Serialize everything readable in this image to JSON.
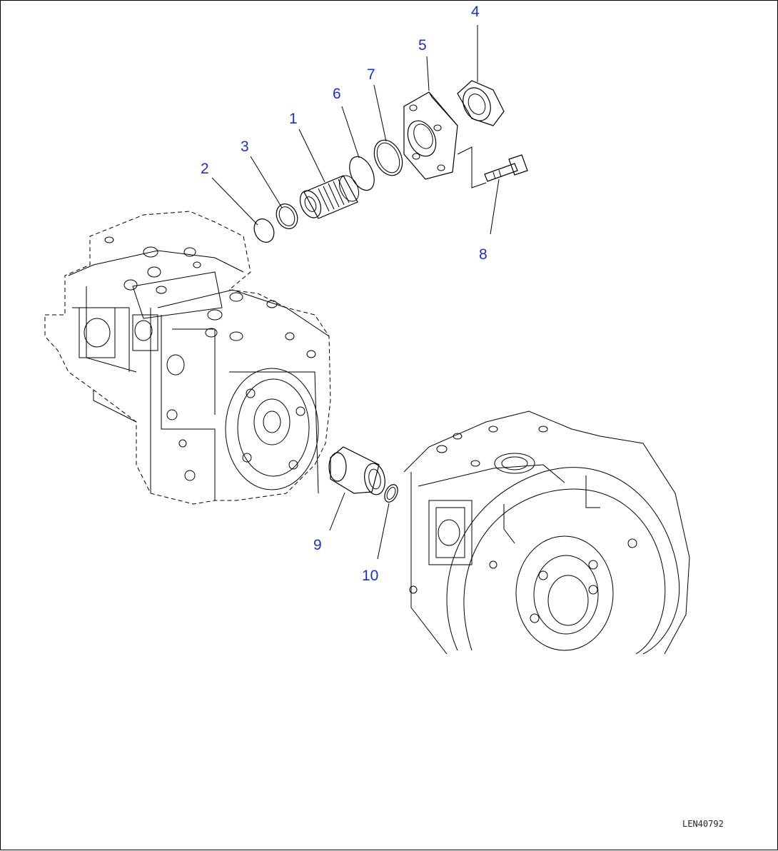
{
  "diagram": {
    "callouts": [
      {
        "id": "c1",
        "label": "1"
      },
      {
        "id": "c2",
        "label": "2"
      },
      {
        "id": "c3",
        "label": "3"
      },
      {
        "id": "c4",
        "label": "4"
      },
      {
        "id": "c5",
        "label": "5"
      },
      {
        "id": "c6",
        "label": "6"
      },
      {
        "id": "c7",
        "label": "7"
      },
      {
        "id": "c8",
        "label": "8"
      },
      {
        "id": "c9",
        "label": "9"
      },
      {
        "id": "c10",
        "label": "10"
      }
    ],
    "drawing_code": "LEN40792",
    "colors": {
      "callout": "#1a2fd0",
      "line": "#000000",
      "background": "#ffffff"
    }
  }
}
